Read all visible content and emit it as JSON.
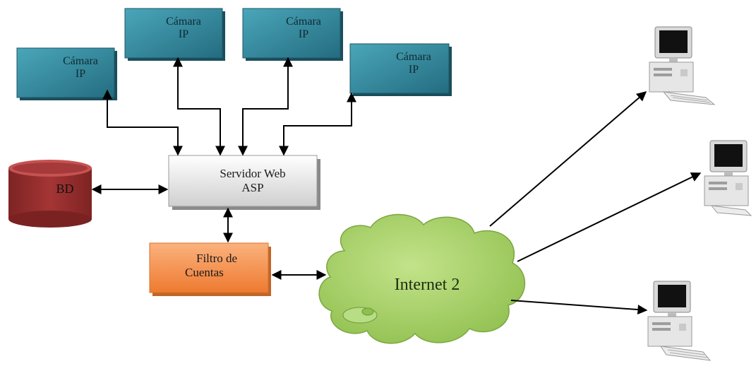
{
  "cameras": [
    {
      "line1": "Cámara",
      "line2": "IP"
    },
    {
      "line1": "Cámara",
      "line2": "IP"
    },
    {
      "line1": "Cámara",
      "line2": "IP"
    },
    {
      "line1": "Cámara",
      "line2": "IP"
    }
  ],
  "server": {
    "line1": "Servidor Web",
    "line2": "ASP"
  },
  "database": {
    "label": "BD"
  },
  "filter": {
    "line1": "Filtro de",
    "line2": "Cuentas"
  },
  "internet": {
    "label": "Internet 2"
  },
  "colors": {
    "camera_fill": "#2e7f95",
    "camera_shadow": "#1f5666",
    "server_fill": "#e9e9e9",
    "database_fill": "#9b2f2f",
    "filter_fill": "#f4924c",
    "cloud_fill": "#a9d26a",
    "line": "#000000"
  },
  "icons": [
    "computer-icon",
    "computer-icon",
    "computer-icon"
  ]
}
